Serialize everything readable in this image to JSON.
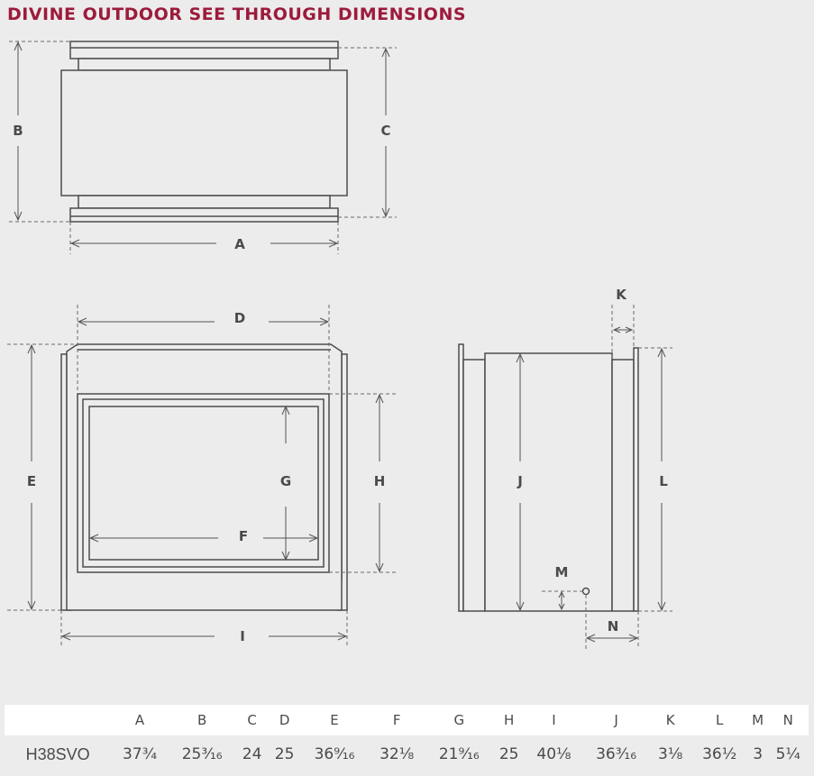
{
  "title": "DIVINE OUTDOOR SEE THROUGH DIMENSIONS",
  "labels": {
    "A": "A",
    "B": "B",
    "C": "C",
    "D": "D",
    "E": "E",
    "F": "F",
    "G": "G",
    "H": "H",
    "I": "I",
    "J": "J",
    "K": "K",
    "L": "L",
    "M": "M",
    "N": "N"
  },
  "table": {
    "header_blank": "",
    "columns": [
      "A",
      "B",
      "C",
      "D",
      "E",
      "F",
      "G",
      "H",
      "I",
      "J",
      "K",
      "L",
      "M",
      "N"
    ],
    "model": "H38SVO",
    "values": [
      "37¾",
      "25³⁄₁₆",
      "24",
      "25",
      "36⁹⁄₁₆",
      "32⅛",
      "21⁹⁄₁₆",
      "25",
      "40⅛",
      "36³⁄₁₆",
      "3⅛",
      "36½",
      "3",
      "5¼"
    ]
  },
  "colors": {
    "title": "#9c1b3b",
    "line": "#4d4d4d",
    "background": "#ececec"
  }
}
